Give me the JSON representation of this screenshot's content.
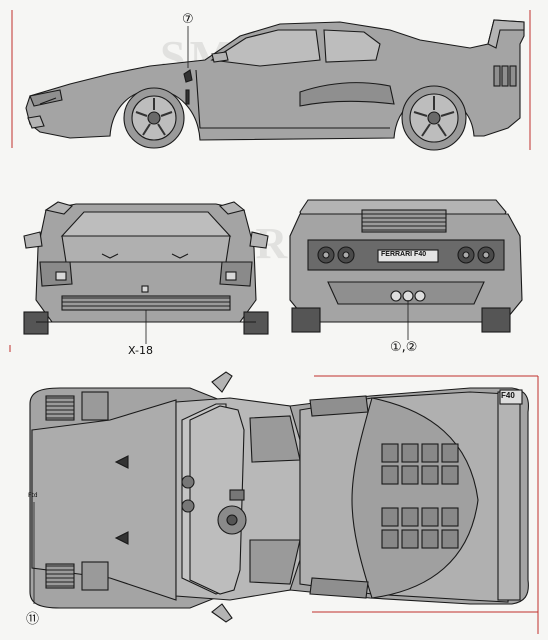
{
  "colors": {
    "paper": "#f6f6f4",
    "body_fill": "#a4a4a4",
    "body_fill_light": "#b4b4b4",
    "line": "#1a1a1a",
    "accent_red": "#c0302c",
    "glass": "#bdbdbd"
  },
  "watermark": {
    "text": "SMCARS"
  },
  "callouts": {
    "side_part": "⑦",
    "front_part": "X-18",
    "rear_parts": "①,②",
    "top_part": "⑪",
    "top_small_label": "Ftd"
  },
  "badges": {
    "rear_plate": "FERRARI F40",
    "top_rear_badge": "F40"
  },
  "views": [
    {
      "name": "side-view"
    },
    {
      "name": "front-view"
    },
    {
      "name": "rear-view"
    },
    {
      "name": "top-view"
    }
  ]
}
